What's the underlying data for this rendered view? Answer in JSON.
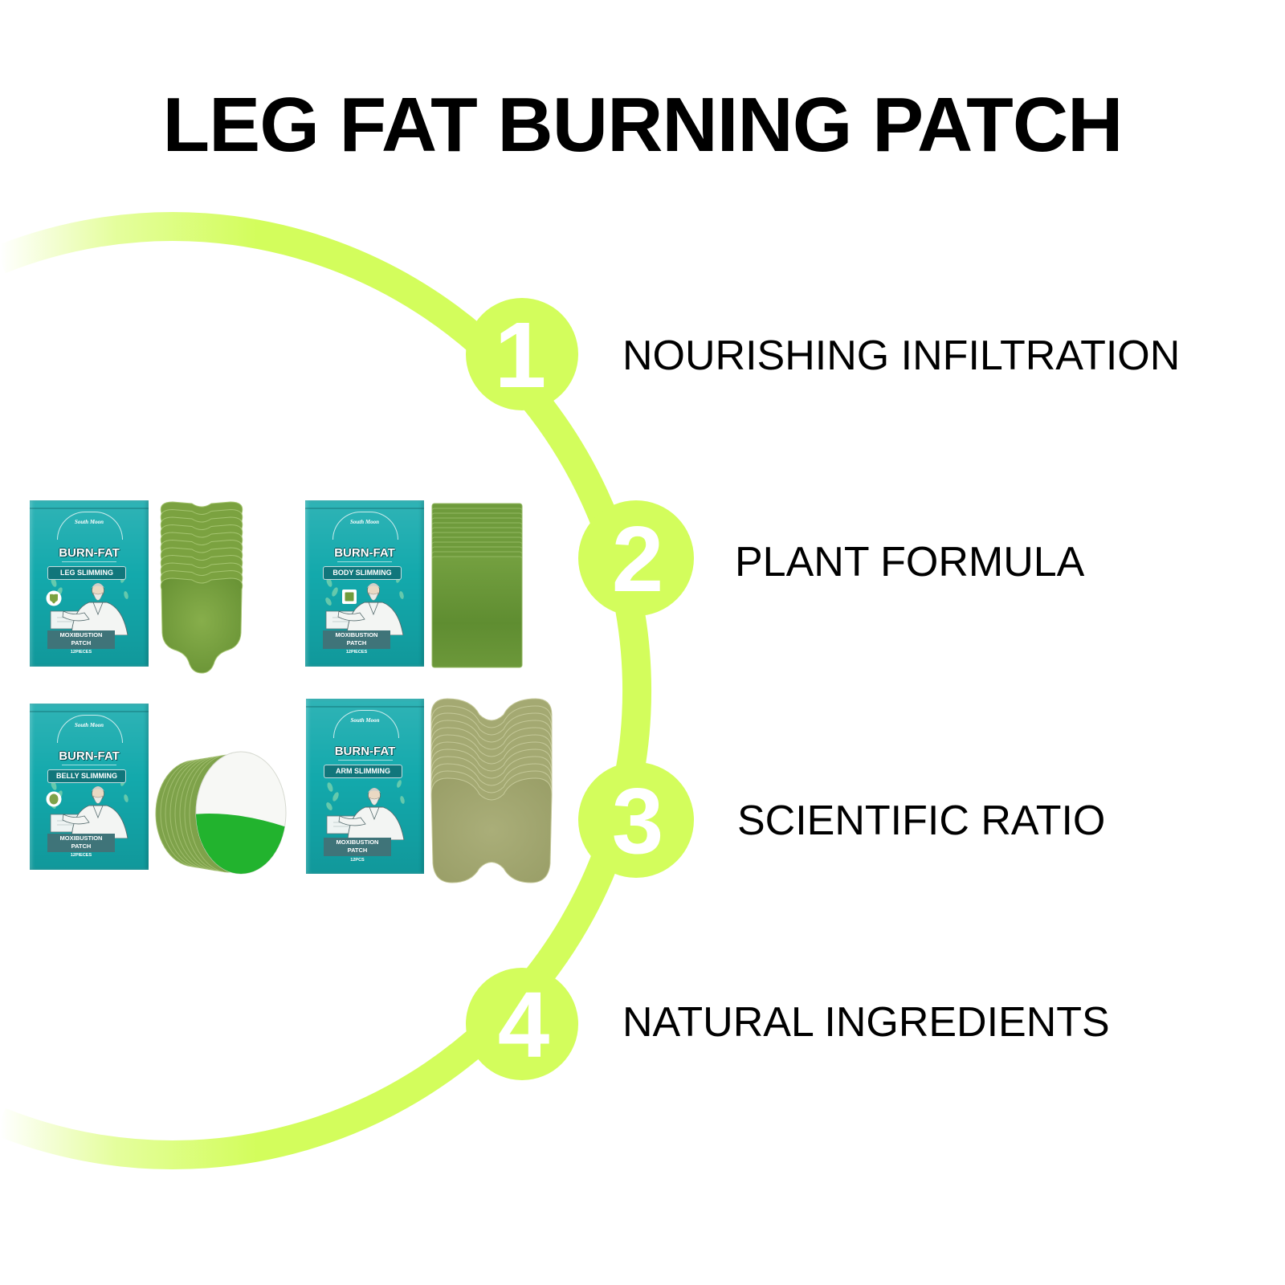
{
  "title": "LEG FAT BURNING PATCH",
  "colors": {
    "accent": "#d3fd5c",
    "package_teal": "#13a9ac",
    "digit": "#ffffff",
    "text": "#000000"
  },
  "features": [
    {
      "number": "1",
      "label": "NOURISHING INFILTRATION"
    },
    {
      "number": "2",
      "label": "PLANT FORMULA"
    },
    {
      "number": "3",
      "label": "SCIENTIFIC RATIO"
    },
    {
      "number": "4",
      "label": "NATURAL INGREDIENTS"
    }
  ],
  "products": [
    {
      "brand": "South Moon",
      "name": "BURN-FAT",
      "variant": "LEG SLIMMING",
      "type_line1": "MOXIBUSTION",
      "type_line2": "PATCH",
      "count": "12PIECES"
    },
    {
      "brand": "South Moon",
      "name": "BURN-FAT",
      "variant": "BODY SLIMMING",
      "type_line1": "MOXIBUSTION",
      "type_line2": "PATCH",
      "count": "12PIECES"
    },
    {
      "brand": "South Moon",
      "name": "BURN-FAT",
      "variant": "BELLY SLIMMING",
      "type_line1": "MOXIBUSTION",
      "type_line2": "PATCH",
      "count": "12PIECES"
    },
    {
      "brand": "South Moon",
      "name": "BURN-FAT",
      "variant": "ARM SLIMMING",
      "type_line1": "MOXIBUSTION",
      "type_line2": "PATCH",
      "count": "12PCS"
    }
  ]
}
